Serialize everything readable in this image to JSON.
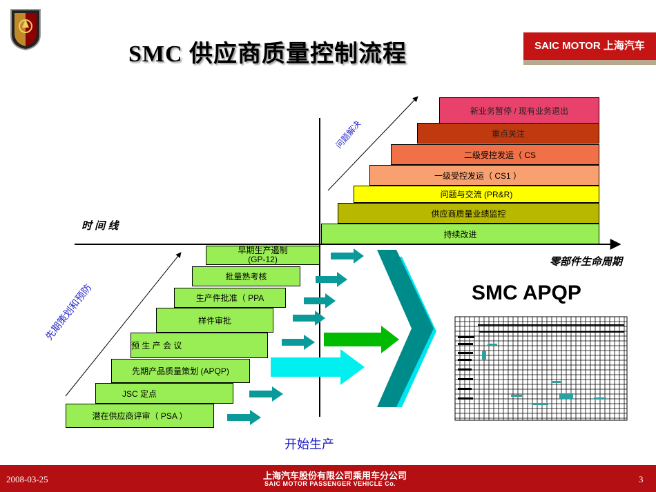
{
  "slide": {
    "title": "SMC  供应商质量控制流程",
    "brand_logo": "SAIC MOTOR 上海汽车"
  },
  "timeline": {
    "time_label": "时 间 线",
    "lifecycle_label": "零部件生命周期",
    "start_production": "开始生产",
    "planning_label": "先期策划和预防",
    "problem_label": "问题解决"
  },
  "lower_steps": [
    "早期生产遏制",
    "(GP-12)",
    "批量熟考核",
    "生产件批准（ PPA",
    "样件审批",
    "预  生    产  会  议",
    "先期产品质量策划 (APQP)",
    "JSC 定点",
    "潜在供应商评审（ PSA ）"
  ],
  "upper_steps": [
    "新业务暂停 / 现有业务退出",
    "重点关注",
    "二级受控发运（ CS",
    "一级受控发运（ CS1 ）",
    "问题与交流 (PR&R)",
    "供应商质量业绩监控",
    "持续改进"
  ],
  "apqp": {
    "title": "SMC APQP"
  },
  "footer": {
    "date": "2008-03-25",
    "company_cn": "上海汽车股份有限公司乘用车分公司",
    "company_en": "SAIC MOTOR  PASSENGER VEHICLE  Co.",
    "page_number": "3"
  },
  "colors": {
    "lower_step": "#99ee55",
    "upper_1": "#e8416b",
    "upper_2": "#c0390f",
    "upper_3": "#f07048",
    "upper_4": "#f8a070",
    "upper_5": "#ffff00",
    "upper_6": "#b8b800",
    "upper_7": "#99ee55",
    "arrow_teal": "#008b8b",
    "arrow_cyan": "#00e5ee",
    "arrow_green": "#00bb00",
    "footer_red": "#b40f12"
  }
}
